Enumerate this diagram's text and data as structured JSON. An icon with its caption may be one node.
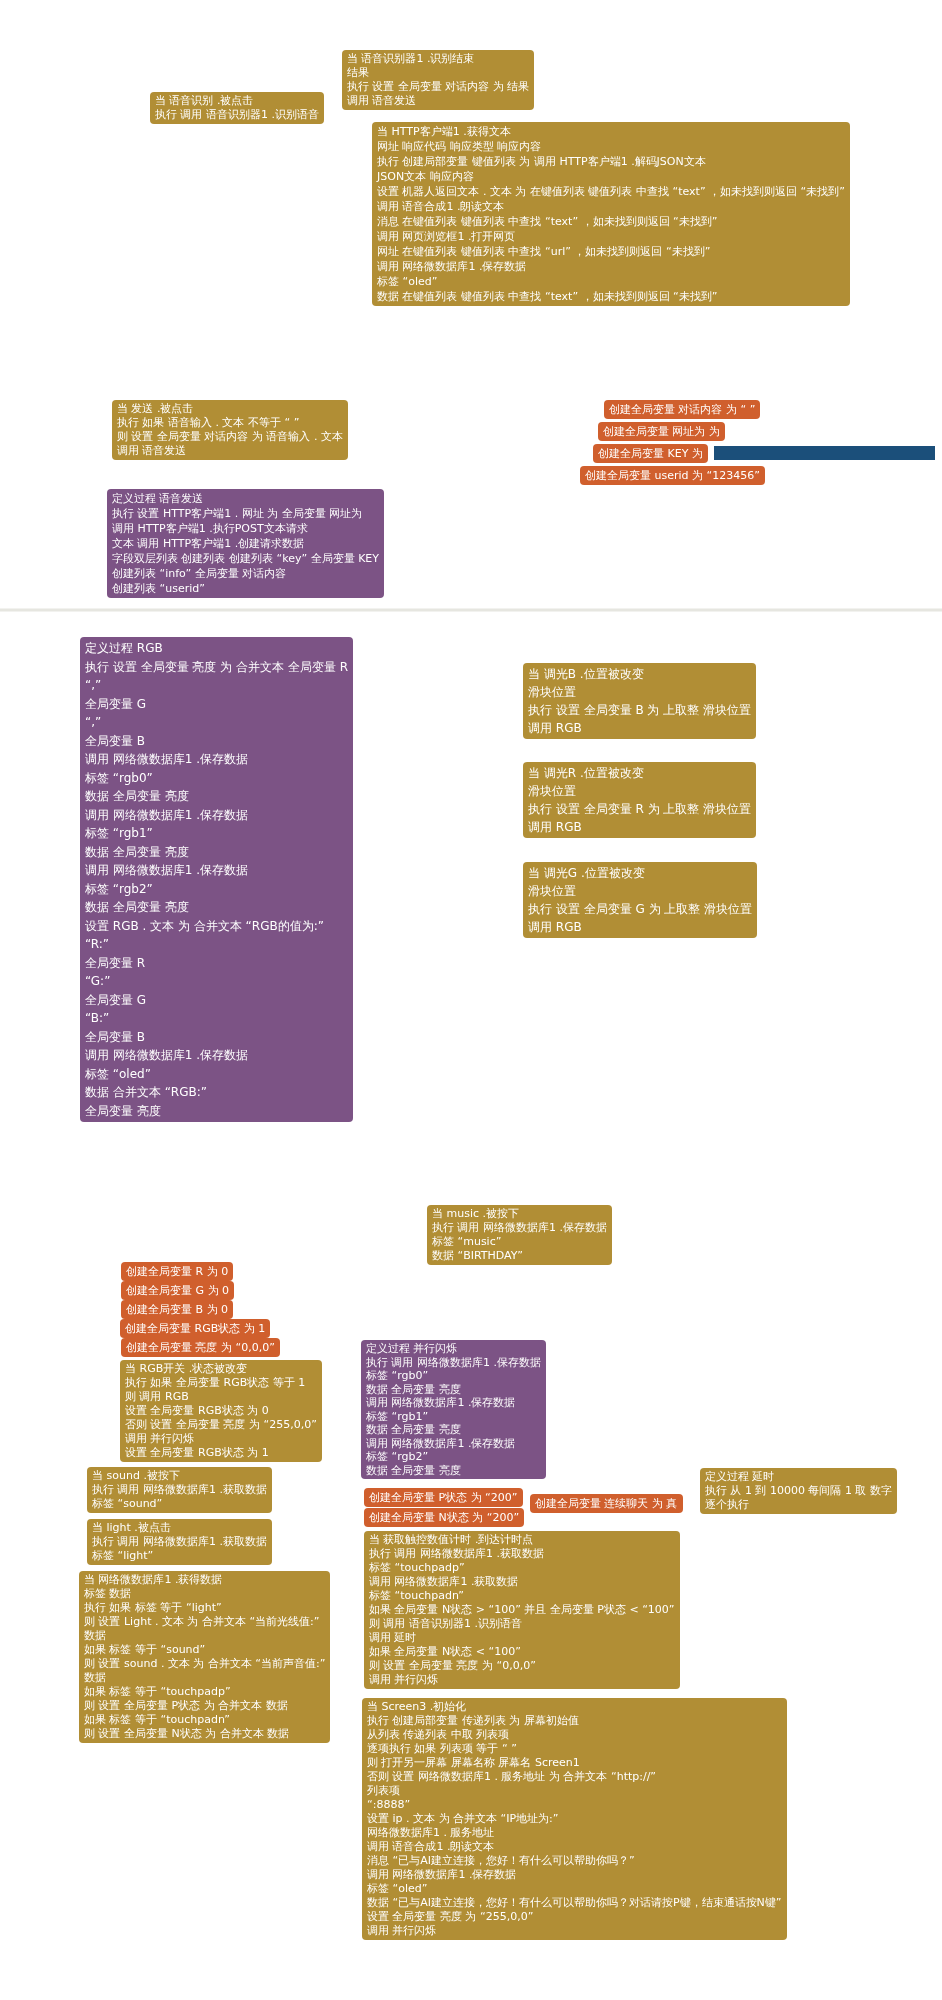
{
  "diagram": {
    "nodes": [
      {
        "text": [
          "当 语音识别器1 .识别结束",
          "结果",
          "执行 设置 全局变量 对话内容 为 结果",
          "调用 语音发送"
        ]
      },
      {
        "text": [
          "当 语音识别 .被点击",
          "执行 调用 语音识别器1 .识别语音"
        ]
      },
      {
        "text": [
          "当 HTTP客户端1 .获得文本",
          "网址 响应代码 响应类型 响应内容",
          "执行 创建局部变量 键值列表 为 调用 HTTP客户端1 .解码JSON文本",
          "JSON文本 响应内容",
          "设置 机器人返回文本 . 文本 为 在键值列表 键值列表 中查找 “text” ，如未找到则返回 “未找到”",
          "调用 语音合成1 .朗读文本",
          "消息 在键值列表 键值列表 中查找 “text” ，如未找到则返回 “未找到”",
          "调用 网页浏览框1 .打开网页",
          "网址 在键值列表 键值列表 中查找 “url” ，如未找到则返回 “未找到”",
          "调用 网络微数据库1 .保存数据",
          "标签 “oled”",
          "数据 在键值列表 键值列表 中查找 “text” ，如未找到则返回 “未找到”"
        ]
      },
      {
        "text": [
          "当 发送 .被点击",
          "执行 如果 语音输入 . 文本 不等于 “ ”",
          "则 设置 全局变量 对话内容 为 语音输入 . 文本",
          "调用 语音发送"
        ]
      },
      {
        "text": [
          "创建全局变量 对话内容 为 “ ”"
        ]
      },
      {
        "text": [
          "创建全局变量 网址为 为"
        ]
      },
      {
        "text": [
          "创建全局变量 KEY 为"
        ]
      },
      {
        "text": [
          "创建全局变量 userid 为 “123456”"
        ]
      },
      {
        "text": [
          "定义过程 语音发送",
          "执行 设置 HTTP客户端1 . 网址 为 全局变量 网址为",
          "调用 HTTP客户端1 .执行POST文本请求",
          "文本 调用 HTTP客户端1 .创建请求数据",
          "字段双层列表 创建列表 创建列表 “key” 全局变量 KEY",
          "创建列表 “info” 全局变量 对话内容",
          "创建列表 “userid”"
        ]
      },
      {
        "text": [
          "定义过程 RGB",
          "执行 设置 全局变量 亮度 为 合并文本 全局变量 R",
          "“,”",
          "全局变量 G",
          "“,”",
          "全局变量 B",
          "调用 网络微数据库1 .保存数据",
          "标签 “rgb0”",
          "数据 全局变量 亮度",
          "调用 网络微数据库1 .保存数据",
          "标签 “rgb1”",
          "数据 全局变量 亮度",
          "调用 网络微数据库1 .保存数据",
          "标签 “rgb2”",
          "数据 全局变量 亮度",
          "设置 RGB . 文本 为 合并文本 “RGB的值为:”",
          "“R:”",
          "全局变量 R",
          "“G:”",
          "全局变量 G",
          "“B:”",
          "全局变量 B",
          "调用 网络微数据库1 .保存数据",
          "标签 “oled”",
          "数据 合并文本 “RGB:”",
          "全局变量 亮度"
        ]
      },
      {
        "text": [
          "当 调光B .位置被改变",
          "滑块位置",
          "执行 设置 全局变量 B 为 上取整 滑块位置",
          "调用 RGB"
        ]
      },
      {
        "text": [
          "当 调光R .位置被改变",
          "滑块位置",
          "执行 设置 全局变量 R 为 上取整 滑块位置",
          "调用 RGB"
        ]
      },
      {
        "text": [
          "当 调光G .位置被改变",
          "滑块位置",
          "执行 设置 全局变量 G 为 上取整 滑块位置",
          "调用 RGB"
        ]
      },
      {
        "text": [
          "当 music .被按下",
          "执行 调用 网络微数据库1 .保存数据",
          "标签 “music”",
          "数据 “BIRTHDAY”"
        ]
      },
      {
        "text": [
          "创建全局变量 R 为 0"
        ]
      },
      {
        "text": [
          "创建全局变量 G 为 0"
        ]
      },
      {
        "text": [
          "创建全局变量 B 为 0"
        ]
      },
      {
        "text": [
          "创建全局变量 RGB状态 为 1"
        ]
      },
      {
        "text": [
          "创建全局变量 亮度 为 “0,0,0”"
        ]
      },
      {
        "text": [
          "当 RGB开关 .状态被改变",
          "执行 如果 全局变量 RGB状态 等于 1",
          "则 调用 RGB",
          "设置 全局变量 RGB状态 为 0",
          "否则 设置 全局变量 亮度 为 “255,0,0”",
          "调用 并行闪烁",
          "设置 全局变量 RGB状态 为 1"
        ]
      },
      {
        "text": [
          "定义过程 并行闪烁",
          "执行 调用 网络微数据库1 .保存数据",
          "标签 “rgb0”",
          "数据 全局变量 亮度",
          "调用 网络微数据库1 .保存数据",
          "标签 “rgb1”",
          "数据 全局变量 亮度",
          "调用 网络微数据库1 .保存数据",
          "标签 “rgb2”",
          "数据 全局变量 亮度"
        ]
      },
      {
        "text": [
          "当 sound .被按下",
          "执行 调用 网络微数据库1 .获取数据",
          "标签 “sound”"
        ]
      },
      {
        "text": [
          "定义过程 延时",
          "执行 从 1 到 10000 每间隔 1 取 数字",
          "逐个执行"
        ]
      },
      {
        "text": [
          "创建全局变量 P状态 为 “200”"
        ]
      },
      {
        "text": [
          "创建全局变量 连续聊天 为 真"
        ]
      },
      {
        "text": [
          "当 light .被点击",
          "执行 调用 网络微数据库1 .获取数据",
          "标签 “light”"
        ]
      },
      {
        "text": [
          "创建全局变量 N状态 为 “200”"
        ]
      },
      {
        "text": [
          "当 获取触控数值计时 .到达计时点",
          "执行 调用 网络微数据库1 .获取数据",
          "标签 “touchpadp”",
          "调用 网络微数据库1 .获取数据",
          "标签 “touchpadn”",
          "如果 全局变量 N状态 > “100” 并且 全局变量 P状态 < “100”",
          "则 调用 语音识别器1 .识别语音",
          "调用 延时",
          "如果 全局变量 N状态 < “100”",
          "则 设置 全局变量 亮度 为 “0,0,0”",
          "调用 并行闪烁"
        ]
      },
      {
        "text": [
          "当 网络微数据库1 .获得数据",
          "标签 数据",
          "执行 如果 标签 等于 “light”",
          "则 设置 Light . 文本 为 合并文本 “当前光线值:”",
          "数据",
          "如果 标签 等于 “sound”",
          "则 设置 sound . 文本 为 合并文本 “当前声音值:”",
          "数据",
          "如果 标签 等于 “touchpadp”",
          "则 设置 全局变量 P状态 为 合并文本 数据",
          "如果 标签 等于 “touchpadn”",
          "则 设置 全局变量 N状态 为 合并文本 数据"
        ]
      },
      {
        "text": [
          "当 Screen3 .初始化",
          "执行 创建局部变量 传递列表 为 屏幕初始值",
          "从列表 传递列表 中取 列表项",
          "逐项执行 如果 列表项 等于 “ ”",
          "则 打开另一屏幕 屏幕名称 屏幕名 Screen1",
          "否则 设置 网络微数据库1 . 服务地址 为 合并文本 “http://”",
          "列表项",
          "“:8888”",
          "设置 ip . 文本 为 合并文本 “IP地址为:”",
          "网络微数据库1 . 服务地址",
          "调用 语音合成1 .朗读文本",
          "消息 “已与AI建立连接，您好！有什么可以帮助你吗？”",
          "调用 网络微数据库1 .保存数据",
          "标签 “oled”",
          "数据 “已与AI建立连接，您好！有什么可以帮助你吗？对话请按P键，结束通话按N键”",
          "设置 全局变量 亮度 为 “255,0,0”",
          "调用 并行闪烁"
        ]
      }
    ]
  }
}
